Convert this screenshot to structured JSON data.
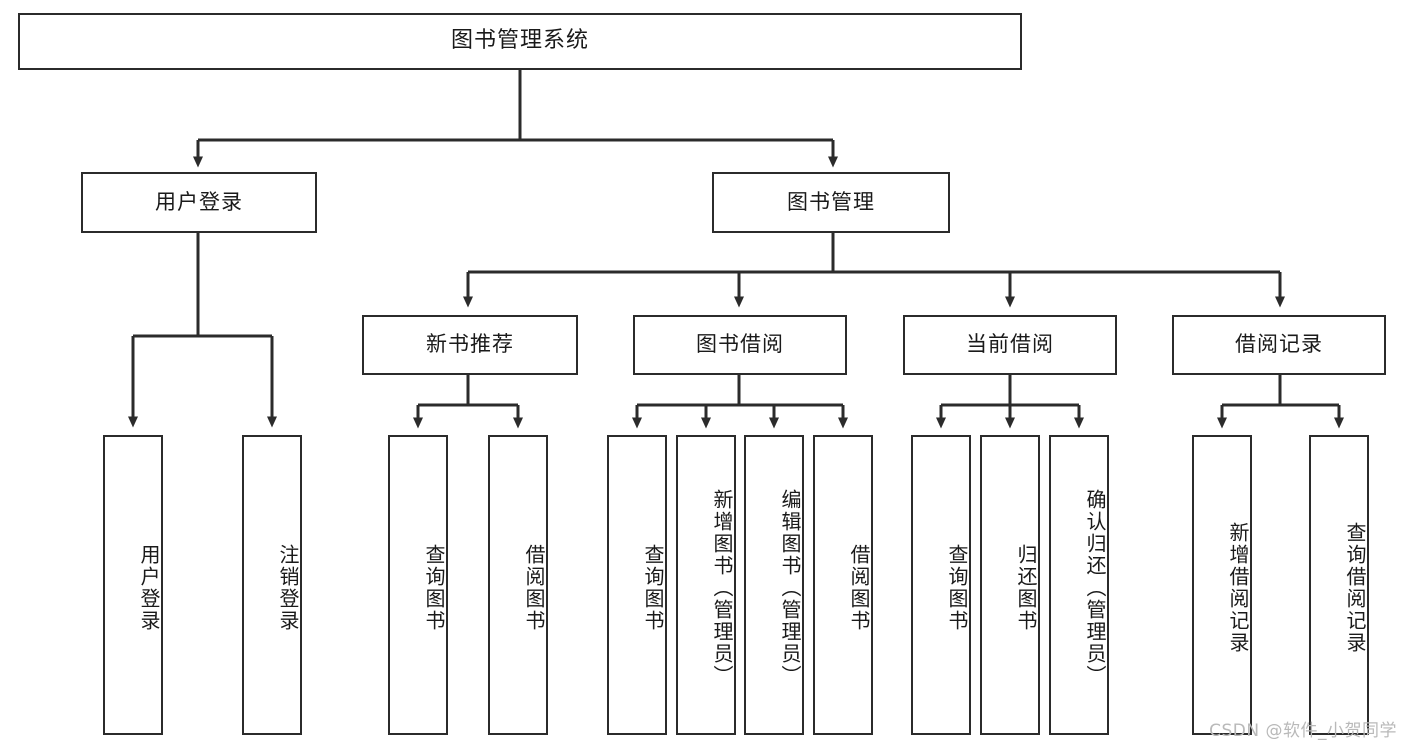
{
  "diagram": {
    "title": "图书管理系统",
    "watermark": "CSDN @软件_小贺同学",
    "colors": {
      "background": "#ffffff",
      "stroke": "#2b2b2b",
      "text": "#1a1a1a",
      "watermark": "#b9b9b9"
    },
    "root": {
      "label": "图书管理系统"
    },
    "level1": [
      {
        "label": "用户登录"
      },
      {
        "label": "图书管理"
      }
    ],
    "level2": [
      {
        "label": "新书推荐"
      },
      {
        "label": "图书借阅"
      },
      {
        "label": "当前借阅"
      },
      {
        "label": "借阅记录"
      }
    ],
    "leaves": {
      "user_login": [
        {
          "label": "用户登录"
        },
        {
          "label": "注销登录"
        }
      ],
      "new_book": [
        {
          "label": "查询图书"
        },
        {
          "label": "借阅图书"
        }
      ],
      "book_borrow": [
        {
          "label": "查询图书"
        },
        {
          "label": "新增图书（管理员）"
        },
        {
          "label": "编辑图书（管理员）"
        },
        {
          "label": "借阅图书"
        }
      ],
      "current_borrow": [
        {
          "label": "查询图书"
        },
        {
          "label": "归还图书"
        },
        {
          "label": "确认归还（管理员）"
        }
      ],
      "borrow_record": [
        {
          "label": "新增借阅记录"
        },
        {
          "label": "查询借阅记录"
        }
      ]
    }
  }
}
